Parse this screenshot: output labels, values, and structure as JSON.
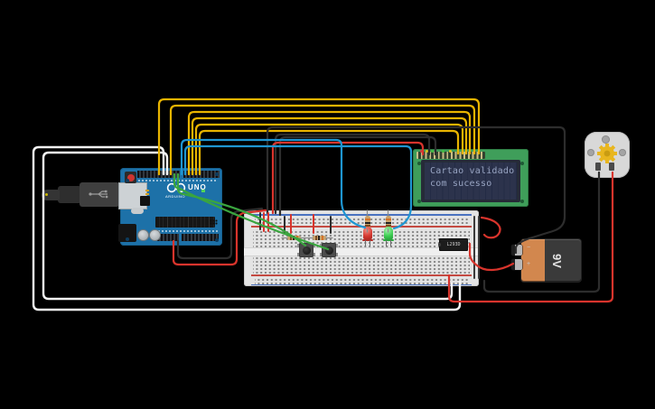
{
  "canvas": {
    "background": "#000000"
  },
  "arduino": {
    "uno_label": "UNO",
    "brand_label": "ARDUINO",
    "board_color": "#1d71a8"
  },
  "lcd": {
    "line1": "Cartao validado",
    "line2": "com sucesso",
    "pcb_color": "#3f9e5a",
    "screen_color": "#232b45",
    "text_color": "#98a4c2"
  },
  "battery": {
    "voltage_label": "9V",
    "minus_label": "−",
    "plus_label": "+",
    "body_color": "#3a3a3a",
    "wrap_color": "#d2874e"
  },
  "breadboard": {
    "chip_label": "L293D",
    "body_color": "#e4e4e4"
  },
  "leds": {
    "red_color": "#d63b33",
    "green_color": "#3ecf52"
  },
  "wires": {
    "yellow": "#e8b400",
    "white": "#f4f4f4",
    "green": "#3aa53f",
    "blue": "#1e96d2",
    "red": "#d8342c",
    "black": "#2d2d2d",
    "lead": "#8a8a8a"
  }
}
